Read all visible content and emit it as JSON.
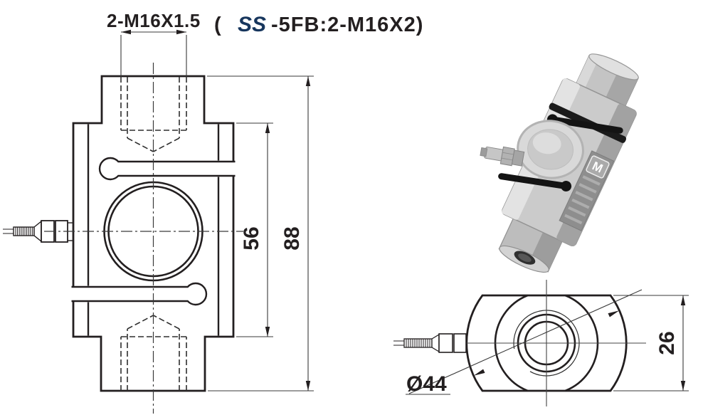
{
  "colors": {
    "line": "#231f20",
    "thin_line": "#3a3a3a",
    "brand_blue": "#17365d",
    "background": "#ffffff"
  },
  "annotations": {
    "thread_spec_top": "2-M16X1.5",
    "alt_spec": {
      "open": "(",
      "brand": "SS",
      "rest": "-5FB:2-M16X2)"
    }
  },
  "front_view": {
    "dim_body_height": "56",
    "dim_overall_height": "88"
  },
  "top_view": {
    "dim_across_flats": "26",
    "dim_diameter": "Ø44"
  },
  "photo": {
    "label_logo": "M"
  }
}
